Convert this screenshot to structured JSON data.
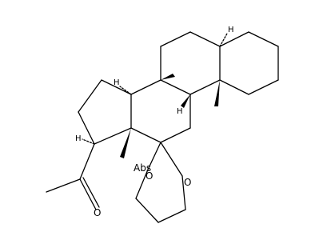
{
  "structure": {
    "atoms": {
      "oxygen_ketone": "O",
      "oxygen_ring_upper": "O",
      "oxygen_ring_lower": "O",
      "hydrogen_label": "H",
      "abs_label": "Abs"
    }
  },
  "colors": {
    "line": "#000000",
    "background": "#ffffff"
  }
}
